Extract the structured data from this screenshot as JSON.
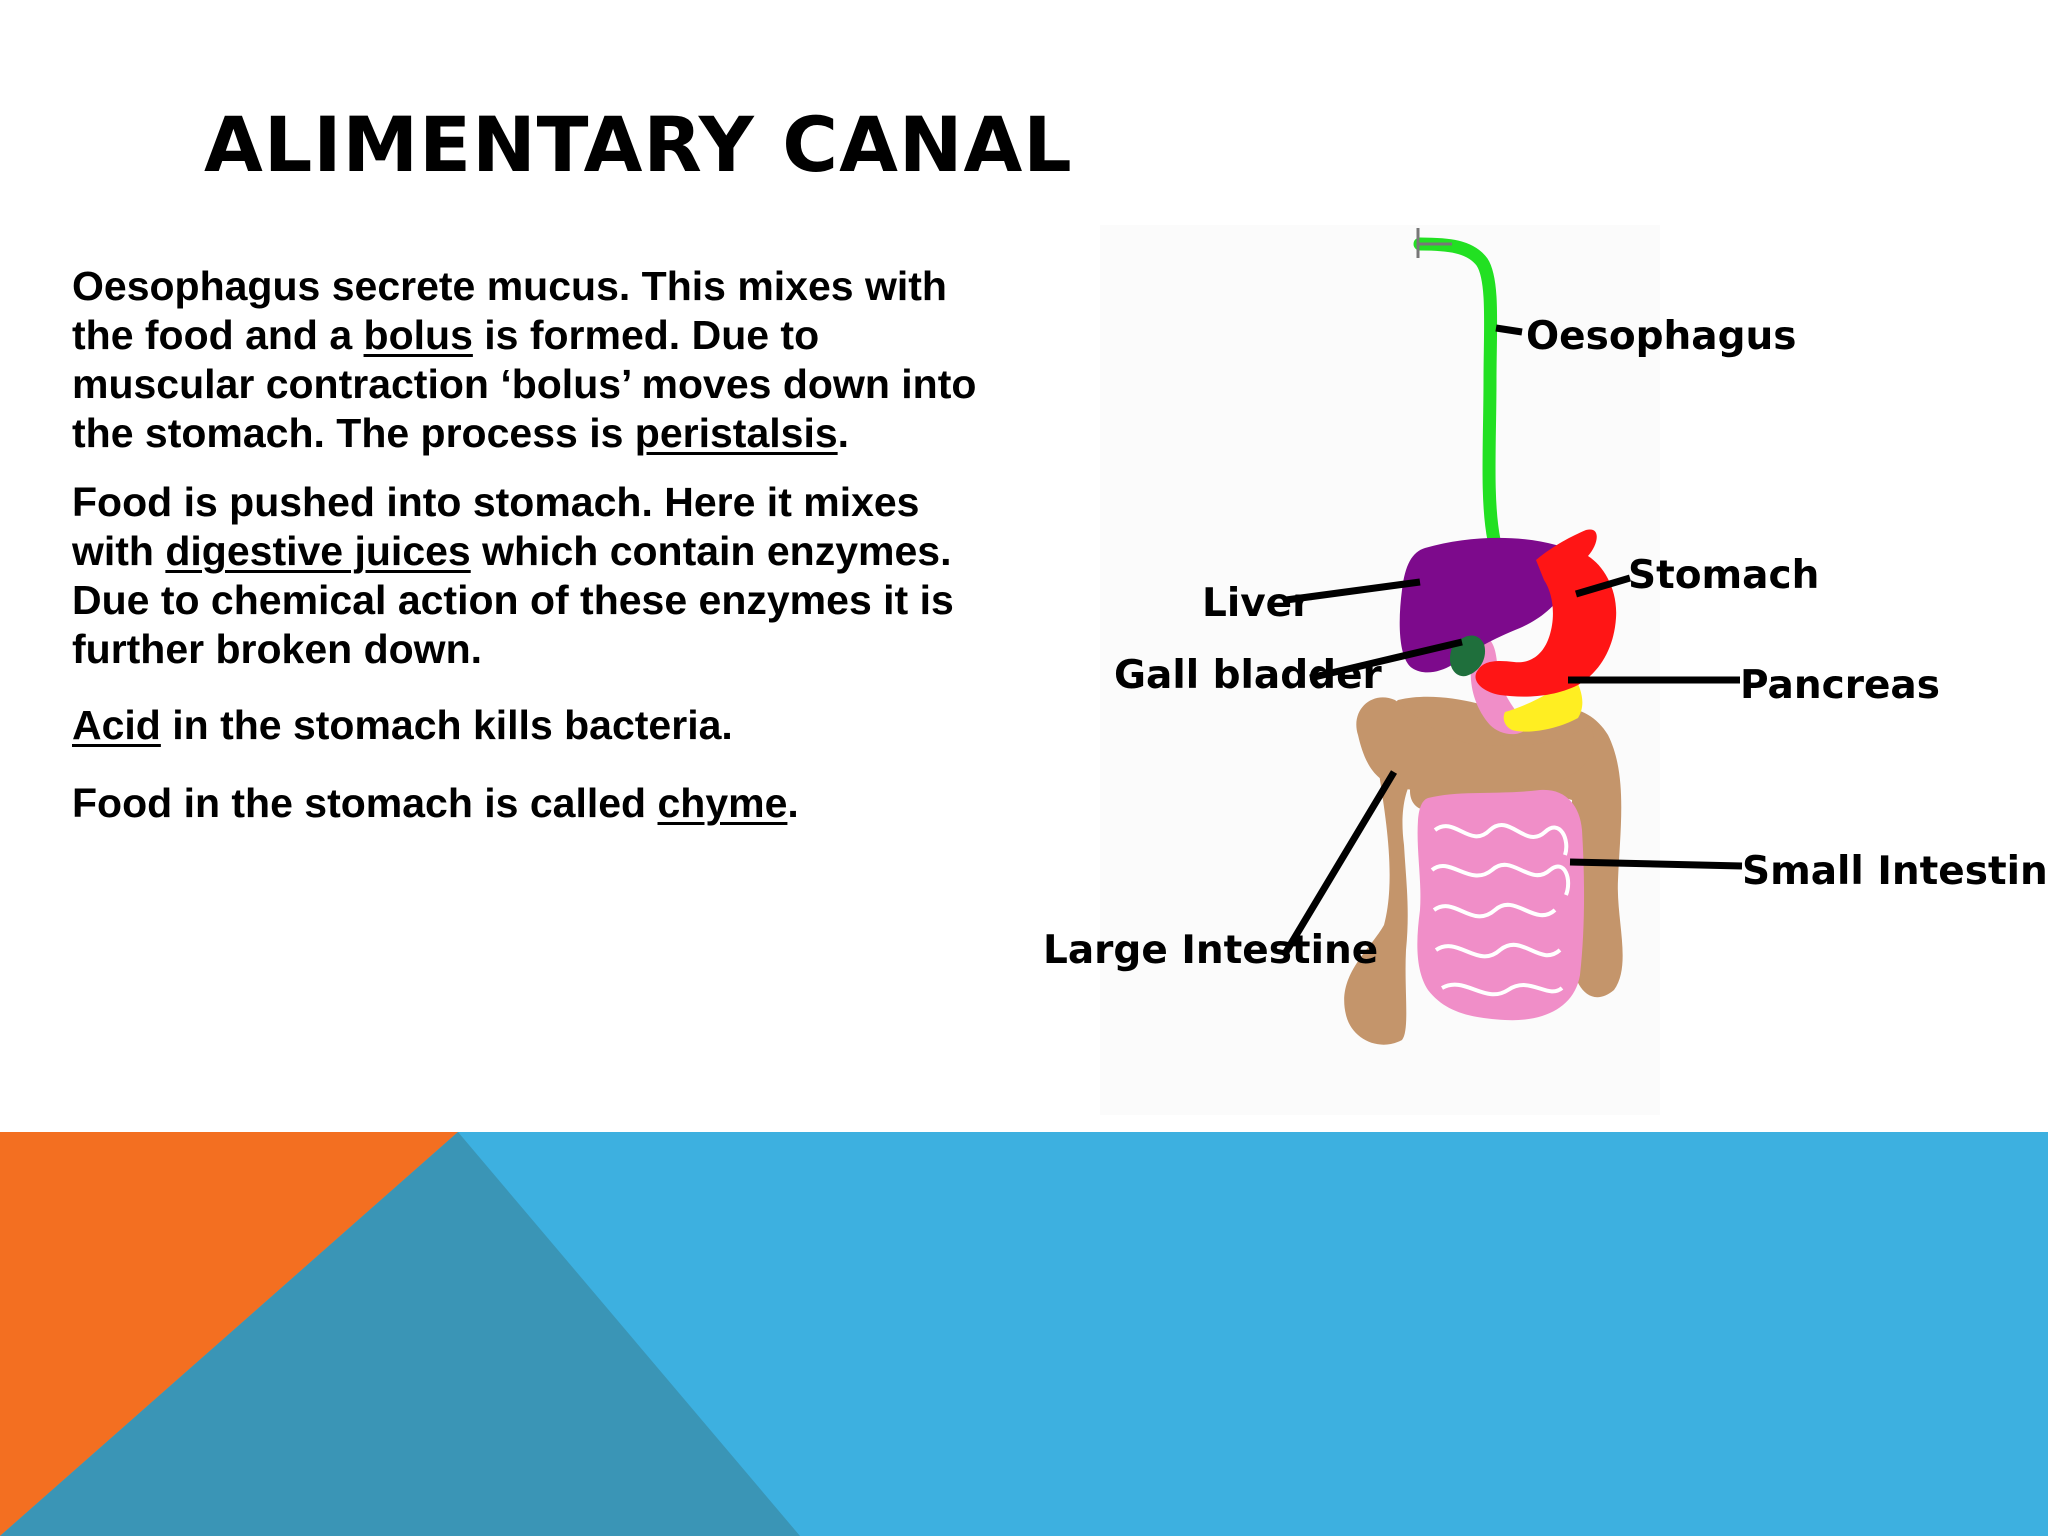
{
  "slide": {
    "title": "ALIMENTARY CANAL",
    "paragraph_1": {
      "t1": "Oesophagus secrete mucus. This mixes with the food  and a ",
      "bolus": "bolus",
      "t2": " is formed. Due to muscular contraction ‘bolus’ moves down into the stomach. The process is ",
      "peristalsis": "peristalsis",
      "t3": "."
    },
    "paragraph_2": {
      "t1": "Food is pushed into stomach. Here it mixes with ",
      "digestive_juices": "digestive juices",
      "t2": " which contain enzymes.  Due to chemical action of these enzymes it is further broken down."
    },
    "paragraph_3": {
      "acid": "Acid",
      "t1": " in the stomach kills bacteria."
    },
    "paragraph_4": {
      "t1": "Food in the stomach is called ",
      "chyme": "chyme",
      "t2": "."
    }
  },
  "diagram": {
    "labels": {
      "oesophagus": "Oesophagus",
      "stomach": "Stomach",
      "liver": "Liver",
      "gall_bladder": "Gall bladder",
      "pancreas": "Pancreas",
      "small_intestine": "Small Intestine",
      "large_intestine": "Large Intestine"
    },
    "colors": {
      "oesophagus": "#22e022",
      "liver": "#7d0a8c",
      "stomach": "#ff1515",
      "gall_bladder": "#1f6f3c",
      "pancreas": "#ffee22",
      "small_intestine": "#f08ec8",
      "large_intestine": "#c4956b"
    }
  },
  "footer_colors": {
    "blue": "#3db0e0",
    "orange": "#f36f21",
    "teal": "#3a95b6"
  }
}
